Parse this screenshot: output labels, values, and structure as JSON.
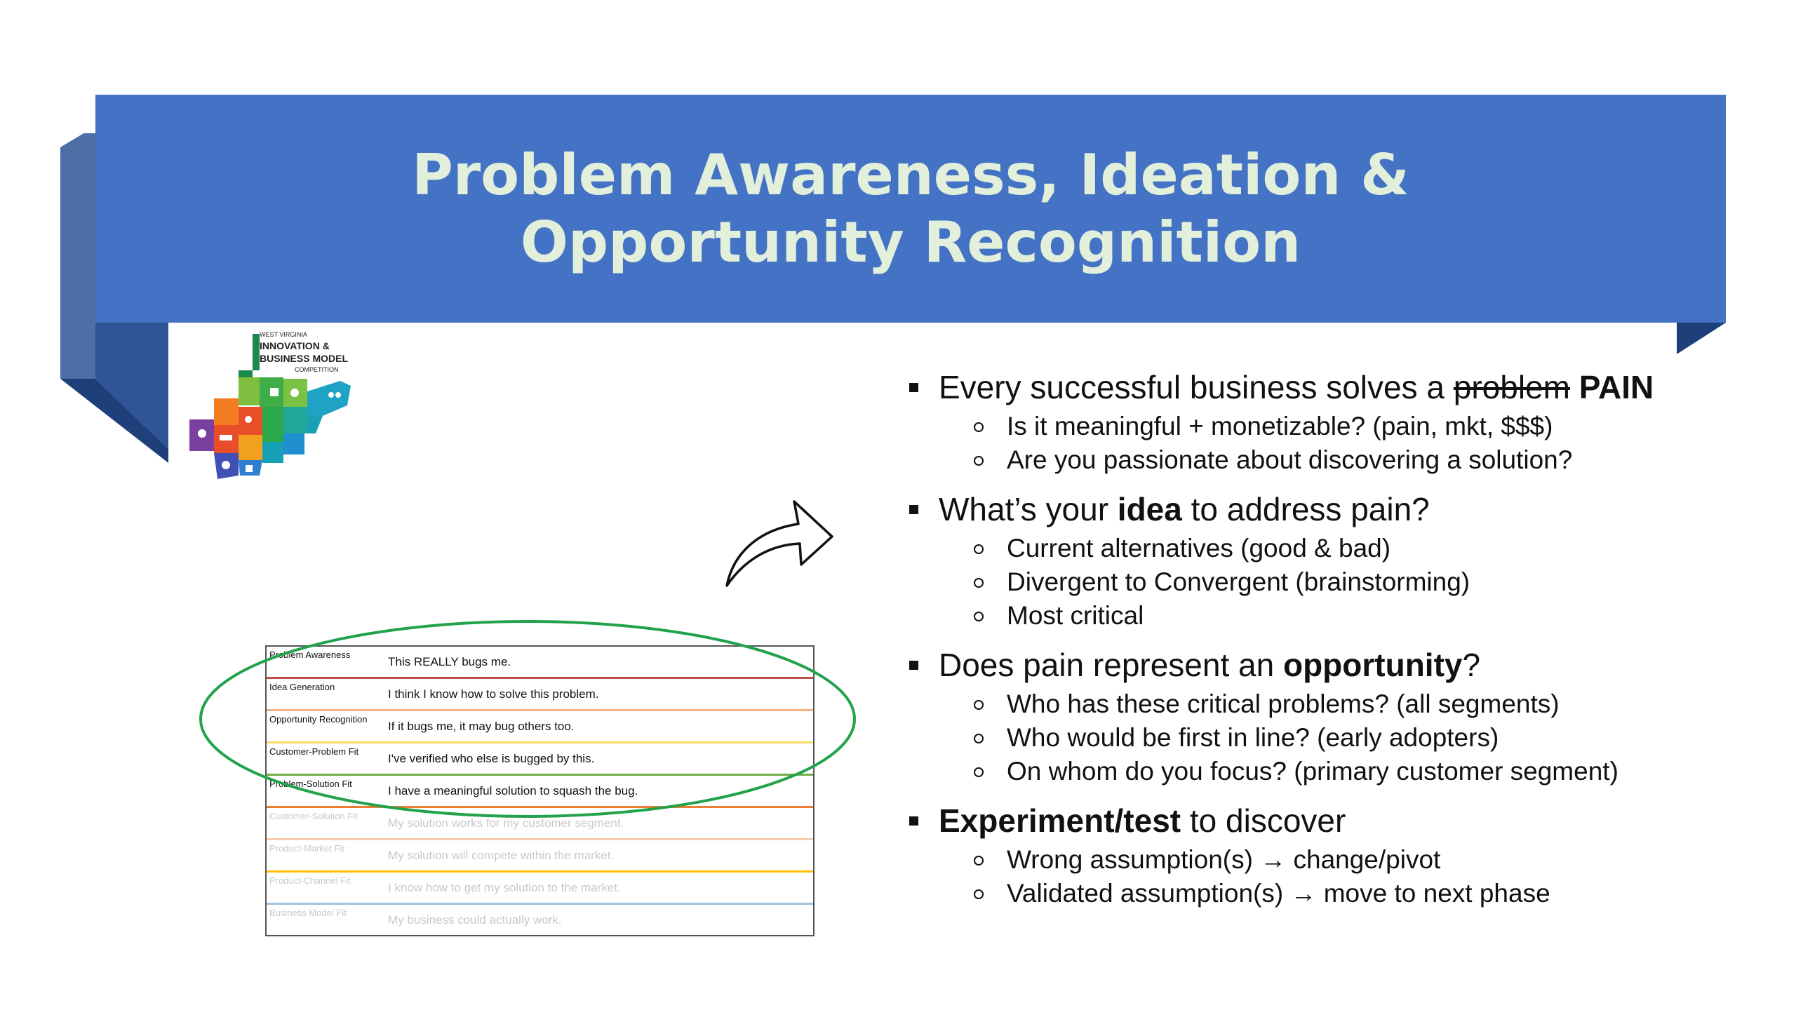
{
  "slide": {
    "title_lines": [
      "Problem Awareness, Ideation &",
      "Opportunity Recognition"
    ],
    "colors": {
      "banner": "#4472c4",
      "banner_fold": "#2f5597",
      "title_text": "#e2efda",
      "ellipse": "#22a24a"
    }
  },
  "logo": {
    "line1": "WEST VIRGINIA",
    "line2": "INNOVATION &",
    "line3": "BUSINESS MODEL",
    "line4": "COMPETITION"
  },
  "ladder": {
    "rows": [
      {
        "stage": "Problem Awareness",
        "text": "This REALLY bugs me.",
        "color": "#c0504d"
      },
      {
        "stage": "Idea Generation",
        "text": "I think I know how to solve this problem.",
        "color": "#f4b183"
      },
      {
        "stage": "Opportunity Recognition",
        "text": "If it bugs me, it may bug others too.",
        "color": "#ffd966"
      },
      {
        "stage": "Customer-Problem Fit",
        "text": "I've verified who else is bugged by this.",
        "color": "#70ad47"
      },
      {
        "stage": "Problem-Solution Fit",
        "text": "I have a meaningful solution to squash the bug.",
        "color": "#ed7d31"
      },
      {
        "stage": "Customer-Solution Fit",
        "text": "My solution works for my customer segment.",
        "color": "#f8cbad"
      },
      {
        "stage": "Product-Market Fit",
        "text": "My solution will compete within the market.",
        "color": "#ffc000"
      },
      {
        "stage": "Product-Channel Fit",
        "text": "I know how to get my solution to the market.",
        "color": "#9dc3e6"
      },
      {
        "stage": "Business Model Fit",
        "text": "My business could actually work.",
        "color": "#ffffff"
      }
    ]
  },
  "bullets": {
    "b1": {
      "lead": "Every successful business solves a ",
      "struck": "problem",
      "bold": "PAIN"
    },
    "b1_subs": [
      "Is it meaningful + monetizable? (pain, mkt, $$$)",
      "Are you passionate about discovering a solution?"
    ],
    "b2": {
      "pre": "What’s your ",
      "bold": "idea",
      "post": " to address pain?"
    },
    "b2_subs": [
      "Current alternatives (good & bad)",
      "Divergent to Convergent (brainstorming)",
      "Most critical"
    ],
    "b3": {
      "pre": "Does pain represent an ",
      "bold": "opportunity",
      "post": "?"
    },
    "b3_subs": [
      "Who has these critical problems? (all segments)",
      "Who would be first in line? (early adopters)",
      "On whom do you focus? (primary customer segment)"
    ],
    "b4": {
      "bold": "Experiment/test",
      "post": " to discover"
    },
    "b4_subs": [
      "Wrong assumption(s) → change/pivot",
      "Validated assumption(s) → move to next phase"
    ]
  }
}
